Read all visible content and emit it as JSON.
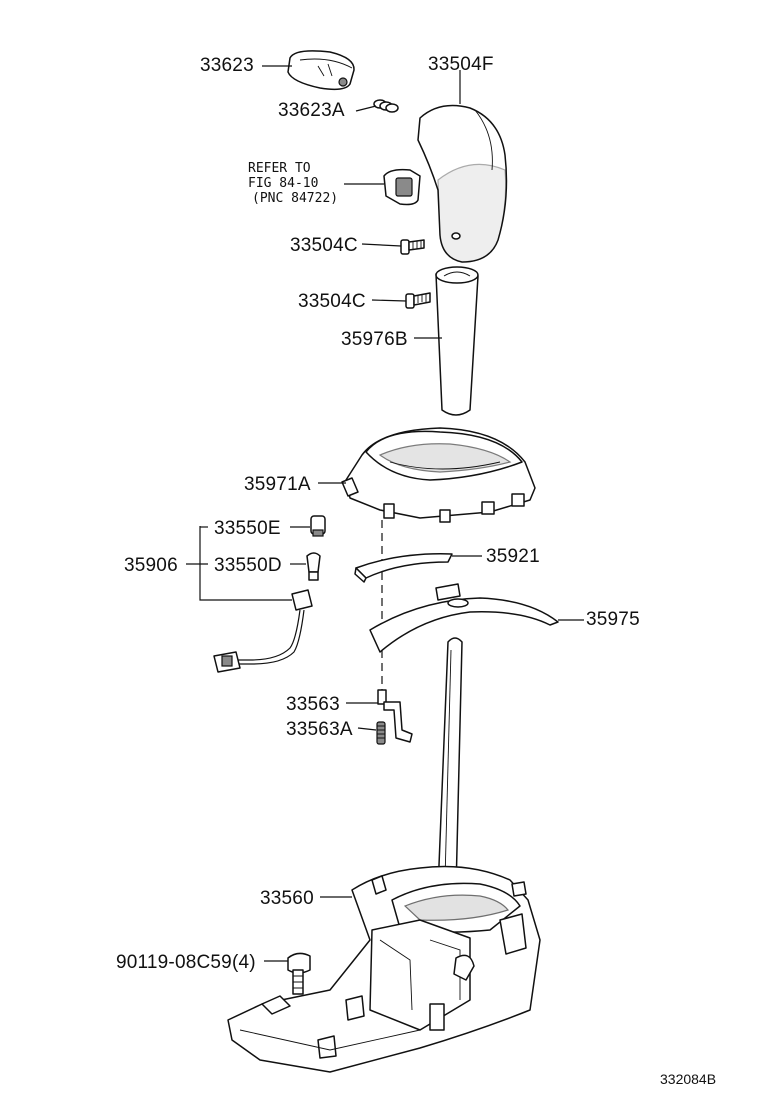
{
  "labels": {
    "p33623": "33623",
    "p33623a": "33623A",
    "p33504f": "33504F",
    "p33504c_1": "33504C",
    "p33504c_2": "33504C",
    "p35976b": "35976B",
    "p35971a": "35971A",
    "p33550e": "33550E",
    "p33550d": "33550D",
    "p35906": "35906",
    "p35921": "35921",
    "p35975": "35975",
    "p33563": "33563",
    "p33563a": "33563A",
    "p33560": "33560",
    "p90119": "90119-08C59(4)"
  },
  "refer_note": {
    "line1": "REFER TO",
    "line2": "FIG 84-10",
    "line3": "(PNC 84722)"
  },
  "figure_number": "332084B"
}
